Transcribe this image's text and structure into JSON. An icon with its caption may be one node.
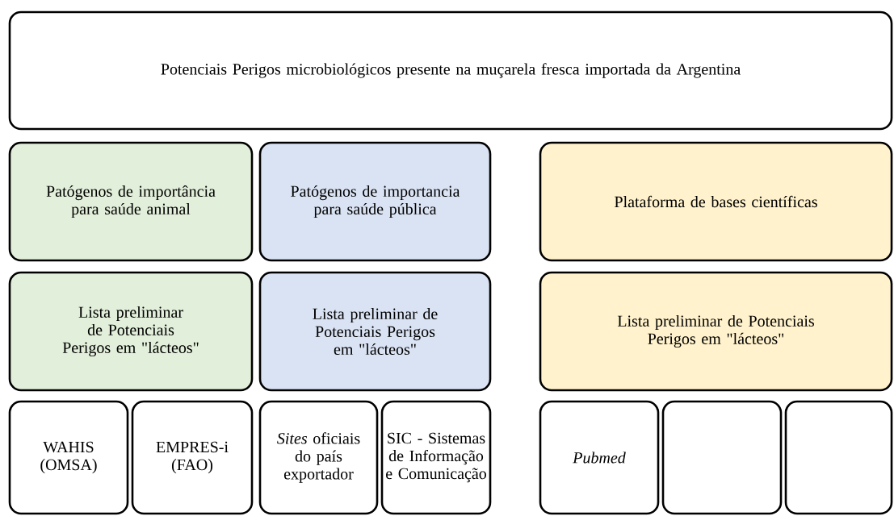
{
  "diagram": {
    "nodes": [
      {
        "text": [
          "Potenciais Perigos microbiológicos presente na muçarela fresca importada da Argentina"
        ]
      },
      {
        "text": [
          "Patógenos de importância  para saúde animal"
        ]
      },
      {
        "text": [
          "Patógenos de importancia para saúde pública"
        ]
      },
      {
        "text": [
          "Plataforma de bases científicas"
        ]
      },
      {
        "text": [
          "Lista preliminar de Potenciais Perigos em \"lácteos\""
        ]
      },
      {
        "text": [
          "Lista preliminar de Potenciais Perigos em \"lácteos\""
        ]
      },
      {
        "text": [
          "Lista preliminar de Potenciais Perigos em \"lácteos\""
        ]
      },
      {
        "text": [
          "WAHIS (OMSA)"
        ]
      },
      {
        "text": [
          "EMPRES-i (FAO)"
        ]
      },
      {
        "text": [
          "*Sites* oficiais do país exportador"
        ]
      },
      {
        "text": [
          "SIC - Sistemas de Informação e Comunicação"
        ]
      },
      {
        "text": [
          "Pubmed"
        ]
      },
      {
        "text": [],
        "shape": "box"
      },
      {
        "text": [],
        "shape": "box"
      }
    ]
  }
}
